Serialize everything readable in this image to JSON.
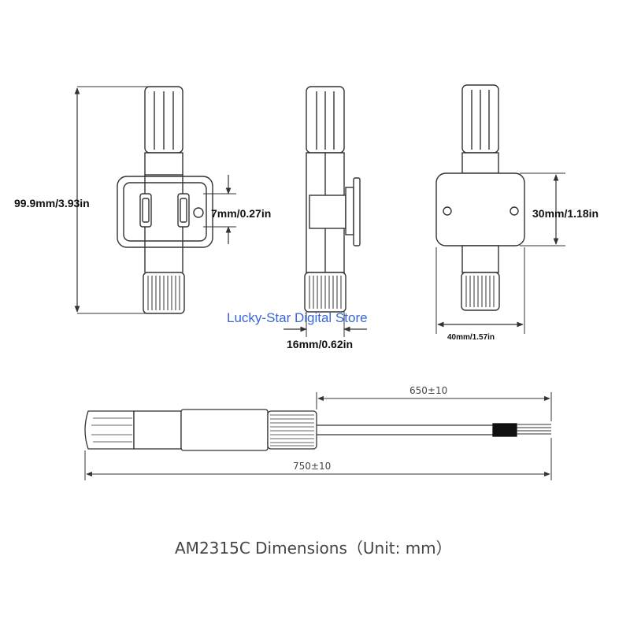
{
  "labels": {
    "height": "99.9mm/3.93in",
    "hole_pitch": "7mm/0.27in",
    "side_depth": "16mm/0.62in",
    "plate_height": "30mm/1.18in",
    "plate_width": "40mm/1.57in",
    "cable": "650±10",
    "total": "750±10"
  },
  "watermark": "Lucky-Star Digital Store",
  "caption": "AM2315C Dimensions（Unit: mm）",
  "colors": {
    "line": "#333333",
    "watermark": "#3a66d6",
    "cable_sleeve": "#111111"
  }
}
